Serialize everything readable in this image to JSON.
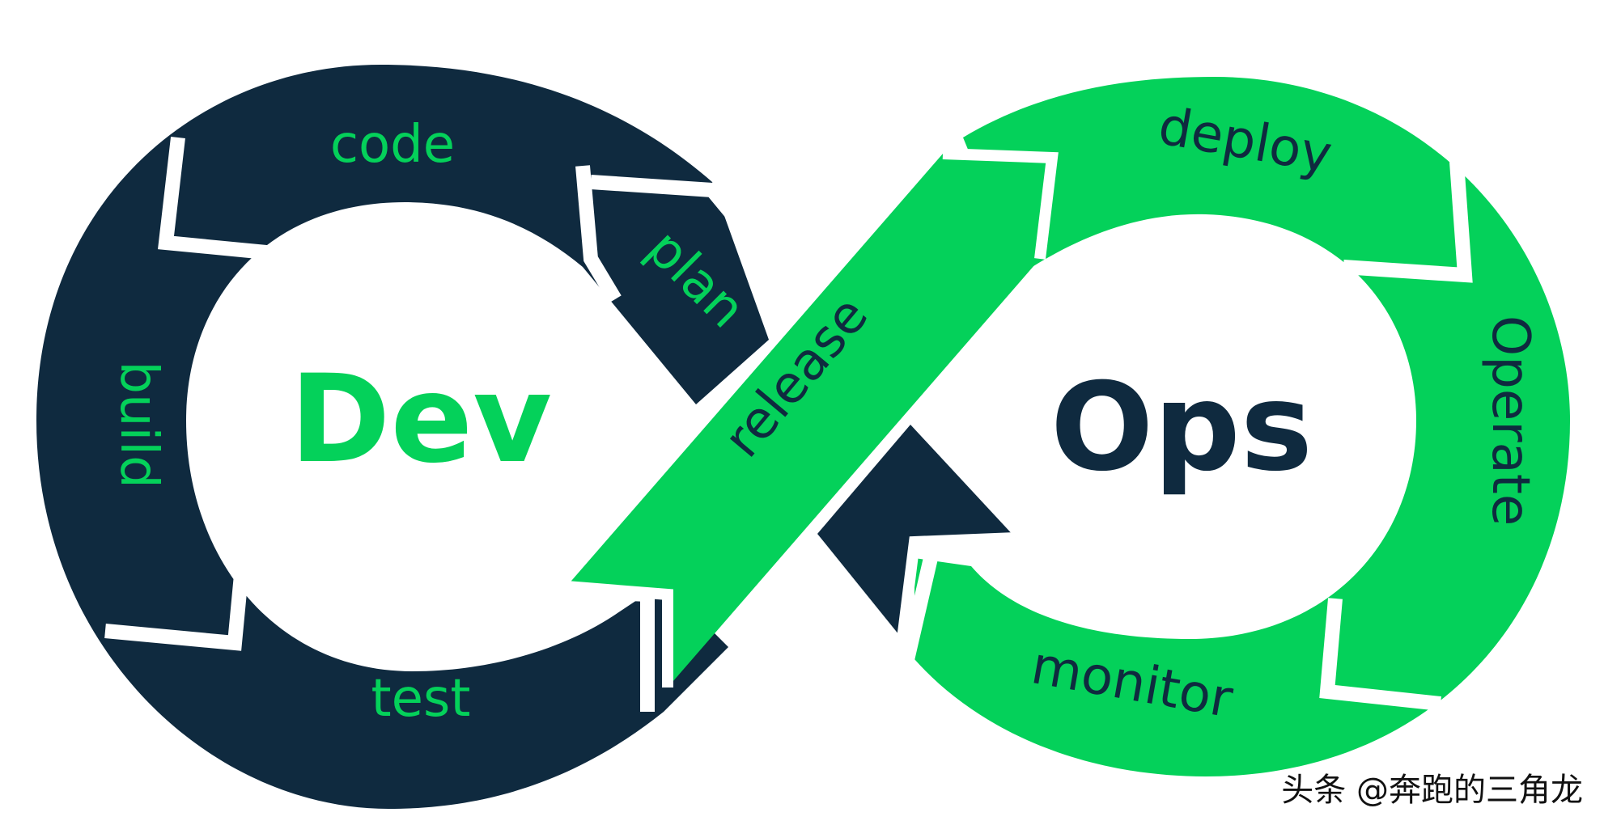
{
  "colors": {
    "dev_ring": "#0f2a3f",
    "ops_ring": "#04d15a",
    "background": "#ffffff"
  },
  "diagram": {
    "dev_title": "Dev",
    "ops_title": "Ops",
    "stages": {
      "code": "code",
      "build": "build",
      "test": "test",
      "plan": "plan",
      "release": "release",
      "deploy": "deploy",
      "operate": "Operate",
      "monitor": "monitor"
    }
  },
  "watermark": "头条 @奔跑的三角龙"
}
